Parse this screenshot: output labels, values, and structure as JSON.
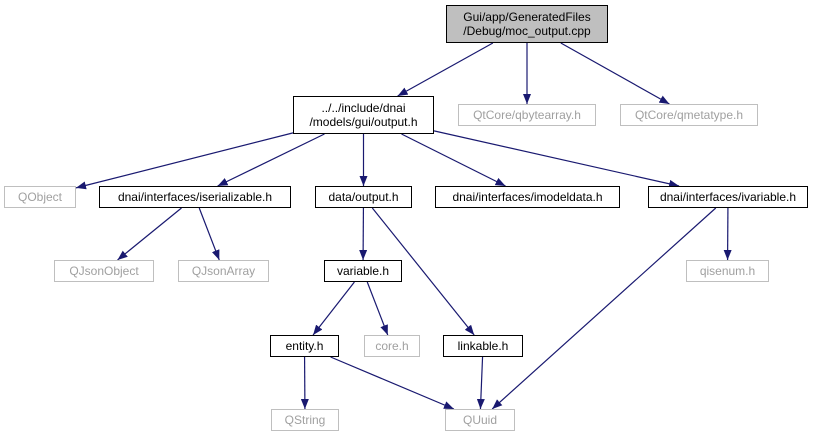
{
  "colors": {
    "edge": "#191970",
    "root_fill": "#bfbfbf",
    "border": "#000000",
    "external_border": "#bfbfbf",
    "external_text": "#a0a0a0"
  },
  "nodes": {
    "moc_output": {
      "lines": [
        "Gui/app/GeneratedFiles",
        "/Debug/moc_output.cpp"
      ],
      "kind": "root"
    },
    "output_h": {
      "lines": [
        "../../include/dnai",
        "/models/gui/output.h"
      ],
      "kind": "file"
    },
    "qbytearray": {
      "lines": [
        "QtCore/qbytearray.h"
      ],
      "kind": "external"
    },
    "qmetatype": {
      "lines": [
        "QtCore/qmetatype.h"
      ],
      "kind": "external"
    },
    "qobject": {
      "lines": [
        "QObject"
      ],
      "kind": "external"
    },
    "iserializable": {
      "lines": [
        "dnai/interfaces/iserializable.h"
      ],
      "kind": "file"
    },
    "data_output": {
      "lines": [
        "data/output.h"
      ],
      "kind": "file"
    },
    "imodeldata": {
      "lines": [
        "dnai/interfaces/imodeldata.h"
      ],
      "kind": "file"
    },
    "ivariable": {
      "lines": [
        "dnai/interfaces/ivariable.h"
      ],
      "kind": "file"
    },
    "qjsonobject": {
      "lines": [
        "QJsonObject"
      ],
      "kind": "external"
    },
    "qjsonarray": {
      "lines": [
        "QJsonArray"
      ],
      "kind": "external"
    },
    "variable": {
      "lines": [
        "variable.h"
      ],
      "kind": "file"
    },
    "qisenum": {
      "lines": [
        "qisenum.h"
      ],
      "kind": "external"
    },
    "entity": {
      "lines": [
        "entity.h"
      ],
      "kind": "file"
    },
    "core": {
      "lines": [
        "core.h"
      ],
      "kind": "external"
    },
    "linkable": {
      "lines": [
        "linkable.h"
      ],
      "kind": "file"
    },
    "qstring": {
      "lines": [
        "QString"
      ],
      "kind": "external"
    },
    "quuid": {
      "lines": [
        "QUuid"
      ],
      "kind": "external"
    }
  },
  "edges": [
    [
      "moc_output",
      "output_h"
    ],
    [
      "moc_output",
      "qbytearray"
    ],
    [
      "moc_output",
      "qmetatype"
    ],
    [
      "output_h",
      "qobject"
    ],
    [
      "output_h",
      "iserializable"
    ],
    [
      "output_h",
      "data_output"
    ],
    [
      "output_h",
      "imodeldata"
    ],
    [
      "output_h",
      "ivariable"
    ],
    [
      "iserializable",
      "qjsonobject"
    ],
    [
      "iserializable",
      "qjsonarray"
    ],
    [
      "data_output",
      "variable"
    ],
    [
      "data_output",
      "linkable"
    ],
    [
      "ivariable",
      "qisenum"
    ],
    [
      "ivariable",
      "quuid"
    ],
    [
      "variable",
      "entity"
    ],
    [
      "variable",
      "core"
    ],
    [
      "entity",
      "qstring"
    ],
    [
      "entity",
      "quuid"
    ],
    [
      "linkable",
      "quuid"
    ]
  ]
}
